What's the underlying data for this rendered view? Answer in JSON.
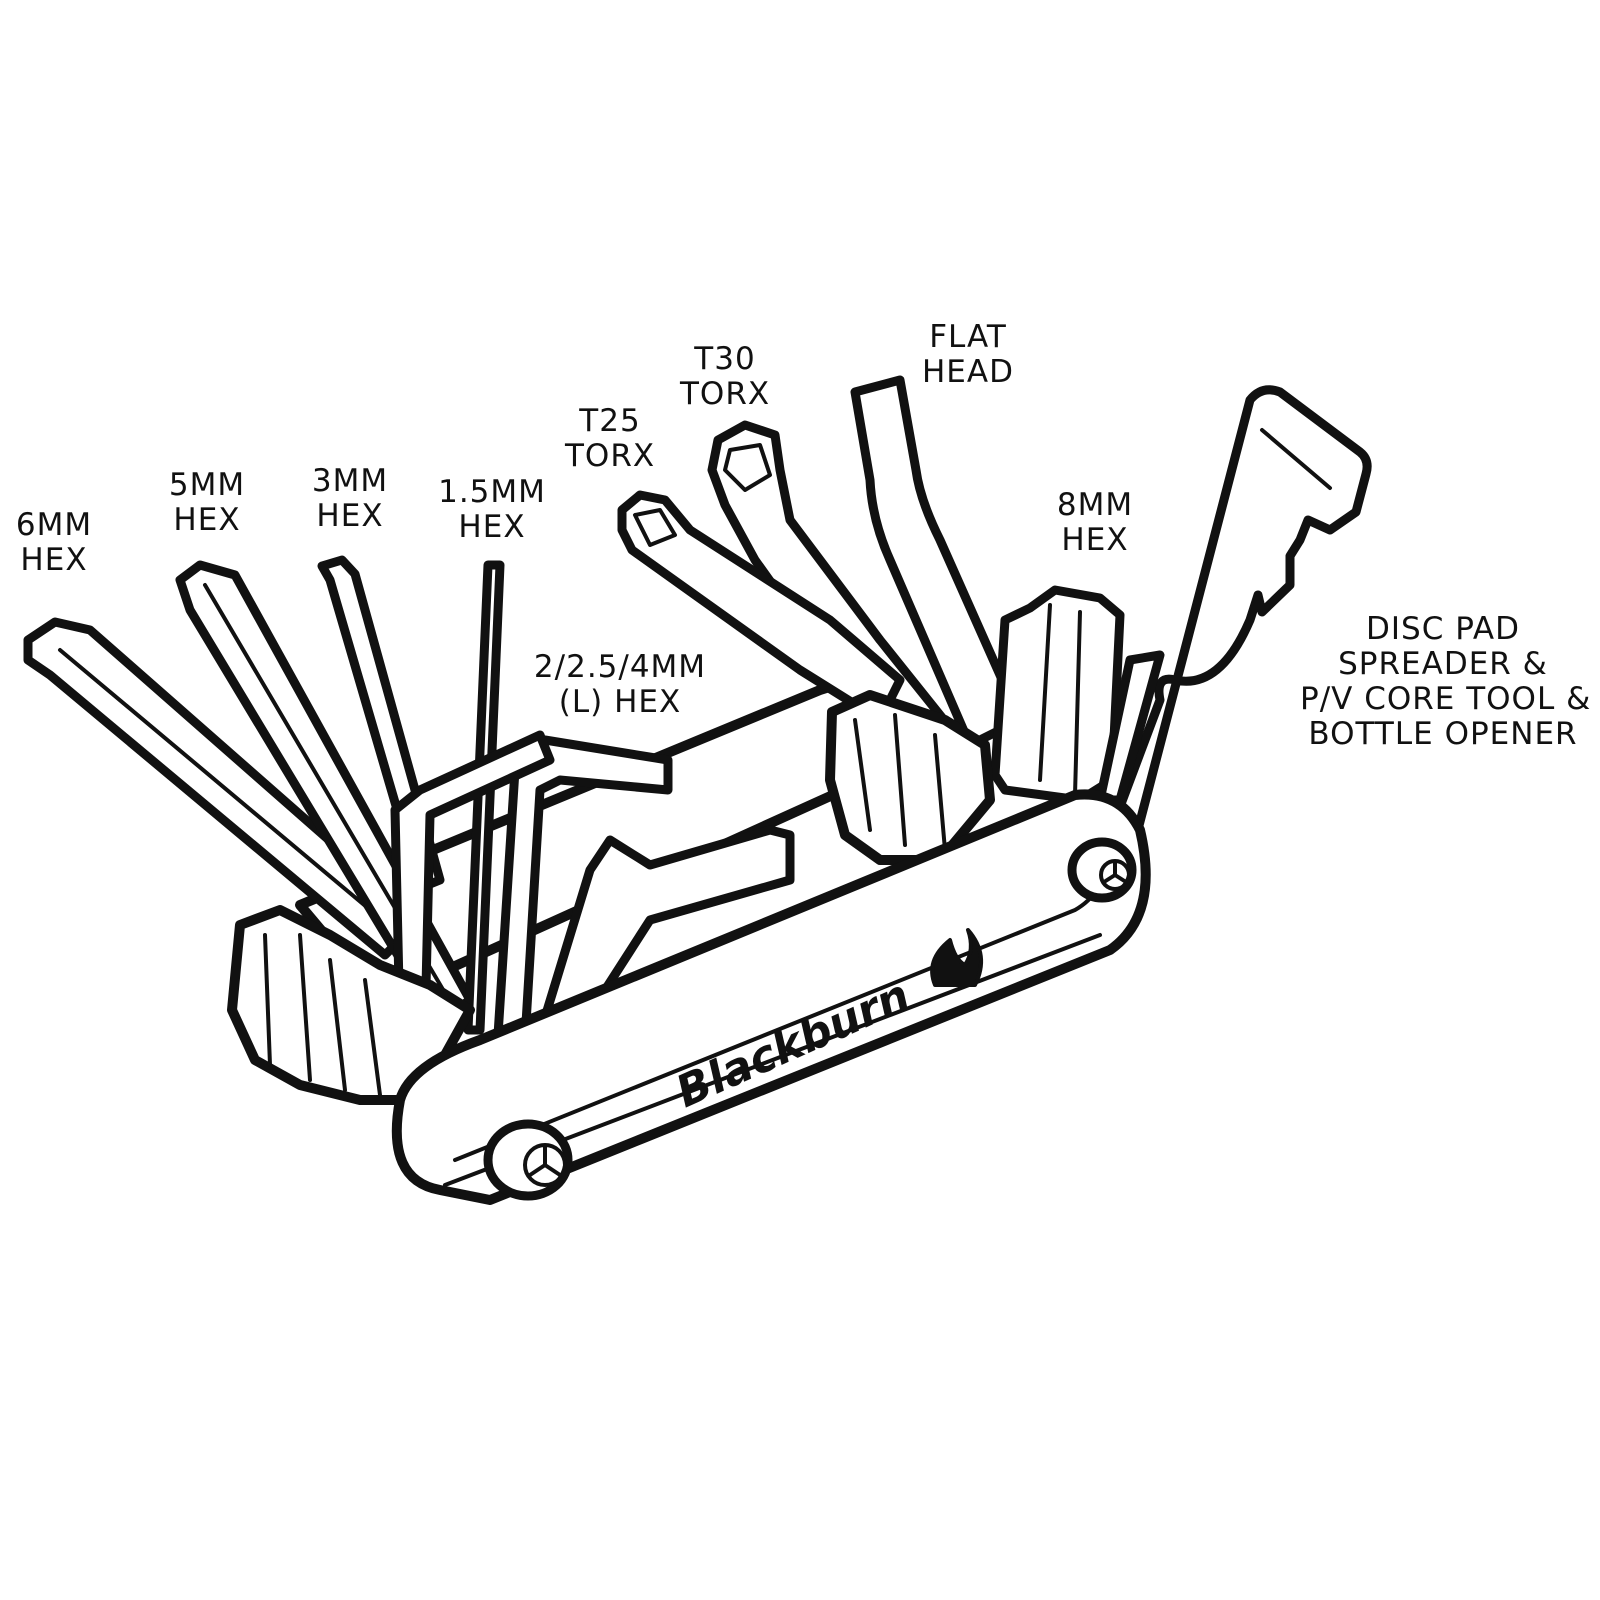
{
  "labels": {
    "hex6": {
      "line1": "6MM",
      "line2": "HEX"
    },
    "hex5": {
      "line1": "5MM",
      "line2": "HEX"
    },
    "hex3": {
      "line1": "3MM",
      "line2": "HEX"
    },
    "hex15": {
      "line1": "1.5MM",
      "line2": "HEX"
    },
    "t25": {
      "line1": "T25",
      "line2": "TORX"
    },
    "t30": {
      "line1": "T30",
      "line2": "TORX"
    },
    "flat": {
      "line1": "FLAT",
      "line2": "HEAD"
    },
    "hex8": {
      "line1": "8MM",
      "line2": "HEX"
    },
    "lhex": {
      "line1": "2/2.5/4MM",
      "line2": "(L) HEX"
    },
    "disc": {
      "line1": "DISC PAD",
      "line2": "SPREADER &",
      "line3": "P/V CORE TOOL &",
      "line4": "BOTTLE OPENER"
    }
  },
  "brand": {
    "logo_text": "Blackburn"
  },
  "colors": {
    "ink": "#111111",
    "background": "#ffffff"
  }
}
